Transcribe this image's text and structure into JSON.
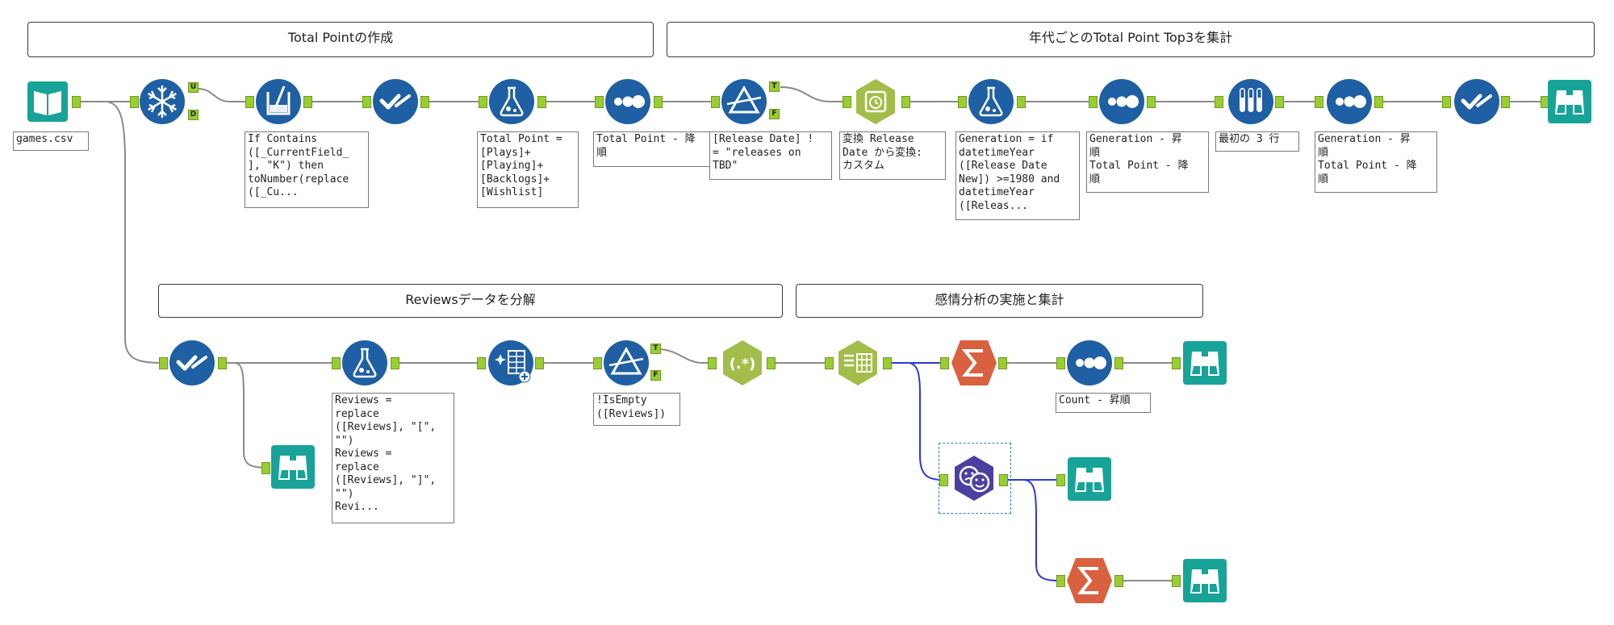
{
  "containers": {
    "total_point": "Total Pointの作成",
    "top3": "年代ごとのTotal Point Top3を集計",
    "reviews": "Reviewsデータを分解",
    "sentiment": "感情分析の実施と集計"
  },
  "annotations": {
    "input": "games.csv",
    "multifield": "If Contains\n([_CurrentField_\n], \"K\") then\ntoNumber(replace\n([_Cu...",
    "formula_total": "Total Point =\n[Plays]+\n[Playing]+\n[Backlogs]+\n[Wishlist]",
    "sort_total": "Total Point - 降\n順",
    "filter_release": "[Release Date] !\n= \"releases on\nTBD\"",
    "datetime": "変換 Release\nDate から変換:\nカスタム",
    "formula_generation": "Generation = if\ndatetimeYear\n([Release Date\nNew]) >=1980 and\ndatetimeYear\n([Releas...",
    "sort_gen": "Generation - 昇\n順\nTotal Point - 降\n順",
    "sample": "最初の 3 行",
    "sort_gen2": "Generation - 昇\n順\nTotal Point - 降\n順",
    "formula_reviews": "Reviews =\nreplace\n([Reviews], \"[\",\n\"\")\nReviews =\nreplace\n([Reviews], \"]\",\n\"\")\nRevi...",
    "filter_reviews": "!IsEmpty\n([Reviews])",
    "sort_count": "Count - 昇順"
  },
  "port_labels": {
    "unique_u": "U",
    "unique_d": "D",
    "filter_t": "T",
    "filter_f": "F"
  },
  "icons": {
    "input": "input-book-icon",
    "unique": "snowflake-unique-icon",
    "multifield": "multi-field-formula-icon",
    "select": "select-check-icon",
    "formula": "formula-flask-icon",
    "sort": "sort-dots-icon",
    "filter": "filter-prism-icon",
    "datetime": "datetime-clock-icon",
    "sample": "sample-tubes-icon",
    "browse": "browse-binoculars-icon",
    "regex": "regex-icon",
    "text_to_columns": "text-to-columns-icon",
    "summarize": "summarize-sigma-icon",
    "sentiment": "sentiment-face-icon",
    "transpose": "sparkle-table-icon"
  },
  "colors": {
    "blue": "#1f5fa3",
    "teal": "#17a398",
    "green": "#a3bd4a",
    "orange": "#d9613f",
    "purple": "#4b3fa0",
    "port": "#9acd32",
    "wire": "#8a8a8a",
    "wire_selected": "#2a3bd6"
  }
}
